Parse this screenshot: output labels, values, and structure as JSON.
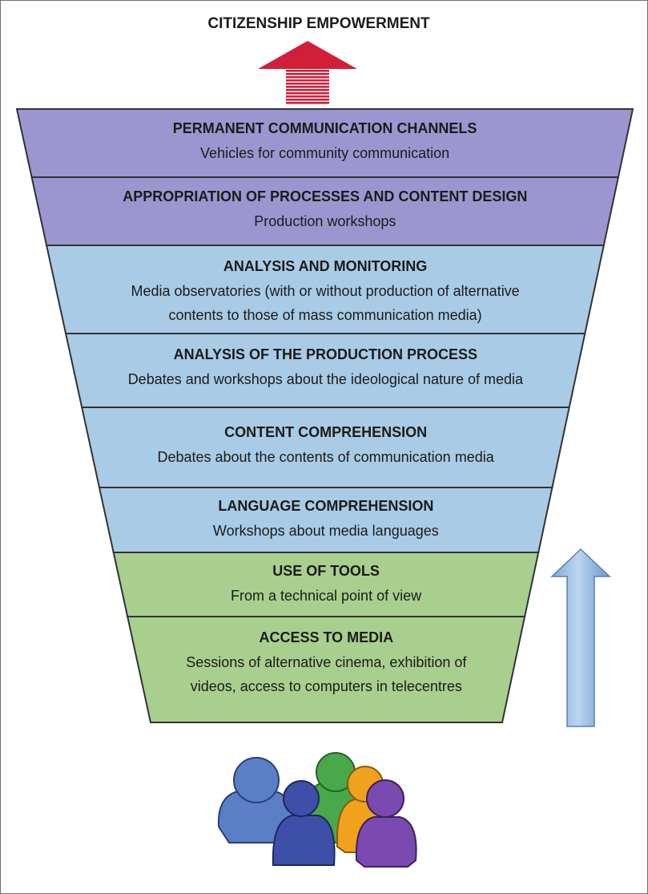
{
  "title": "CITIZENSHIP EMPOWERMENT",
  "colors": {
    "purple": "#9b96cf",
    "blue": "#a9cbe5",
    "green": "#a8cf8e",
    "red_arrow": "#d11f3a",
    "blue_arrow": "#8fb6df",
    "people": [
      "#5b7fc6",
      "#3e4fa8",
      "#48a84a",
      "#f0a21c",
      "#7a4ab0"
    ]
  },
  "levels": [
    {
      "title": "PERMANENT COMMUNICATION CHANNELS",
      "description": [
        "Vehicles for community communication"
      ],
      "color": "purple"
    },
    {
      "title": "APPROPRIATION OF PROCESSES AND CONTENT DESIGN",
      "description": [
        "Production workshops"
      ],
      "color": "purple"
    },
    {
      "title": "ANALYSIS AND MONITORING",
      "description": [
        "Media observatories (with or without production of alternative",
        "contents to those of mass communication media)"
      ],
      "color": "blue"
    },
    {
      "title": "ANALYSIS OF THE PRODUCTION PROCESS",
      "description": [
        "Debates and workshops about the ideological nature of media"
      ],
      "color": "blue"
    },
    {
      "title": "CONTENT COMPREHENSION",
      "description": [
        "Debates about the contents of communication media"
      ],
      "color": "blue"
    },
    {
      "title": "LANGUAGE COMPREHENSION",
      "description": [
        "Workshops about media languages"
      ],
      "color": "blue"
    },
    {
      "title": "USE OF TOOLS",
      "description": [
        "From a technical point of view"
      ],
      "color": "green"
    },
    {
      "title": "ACCESS TO MEDIA",
      "description": [
        "Sessions of alternative cinema, exhibition of",
        "videos, access to computers in telecentres"
      ],
      "color": "green"
    }
  ],
  "icons": {
    "top_arrow": "up-arrow-icon",
    "side_arrow": "up-arrow-icon",
    "people": "people-group-icon"
  }
}
